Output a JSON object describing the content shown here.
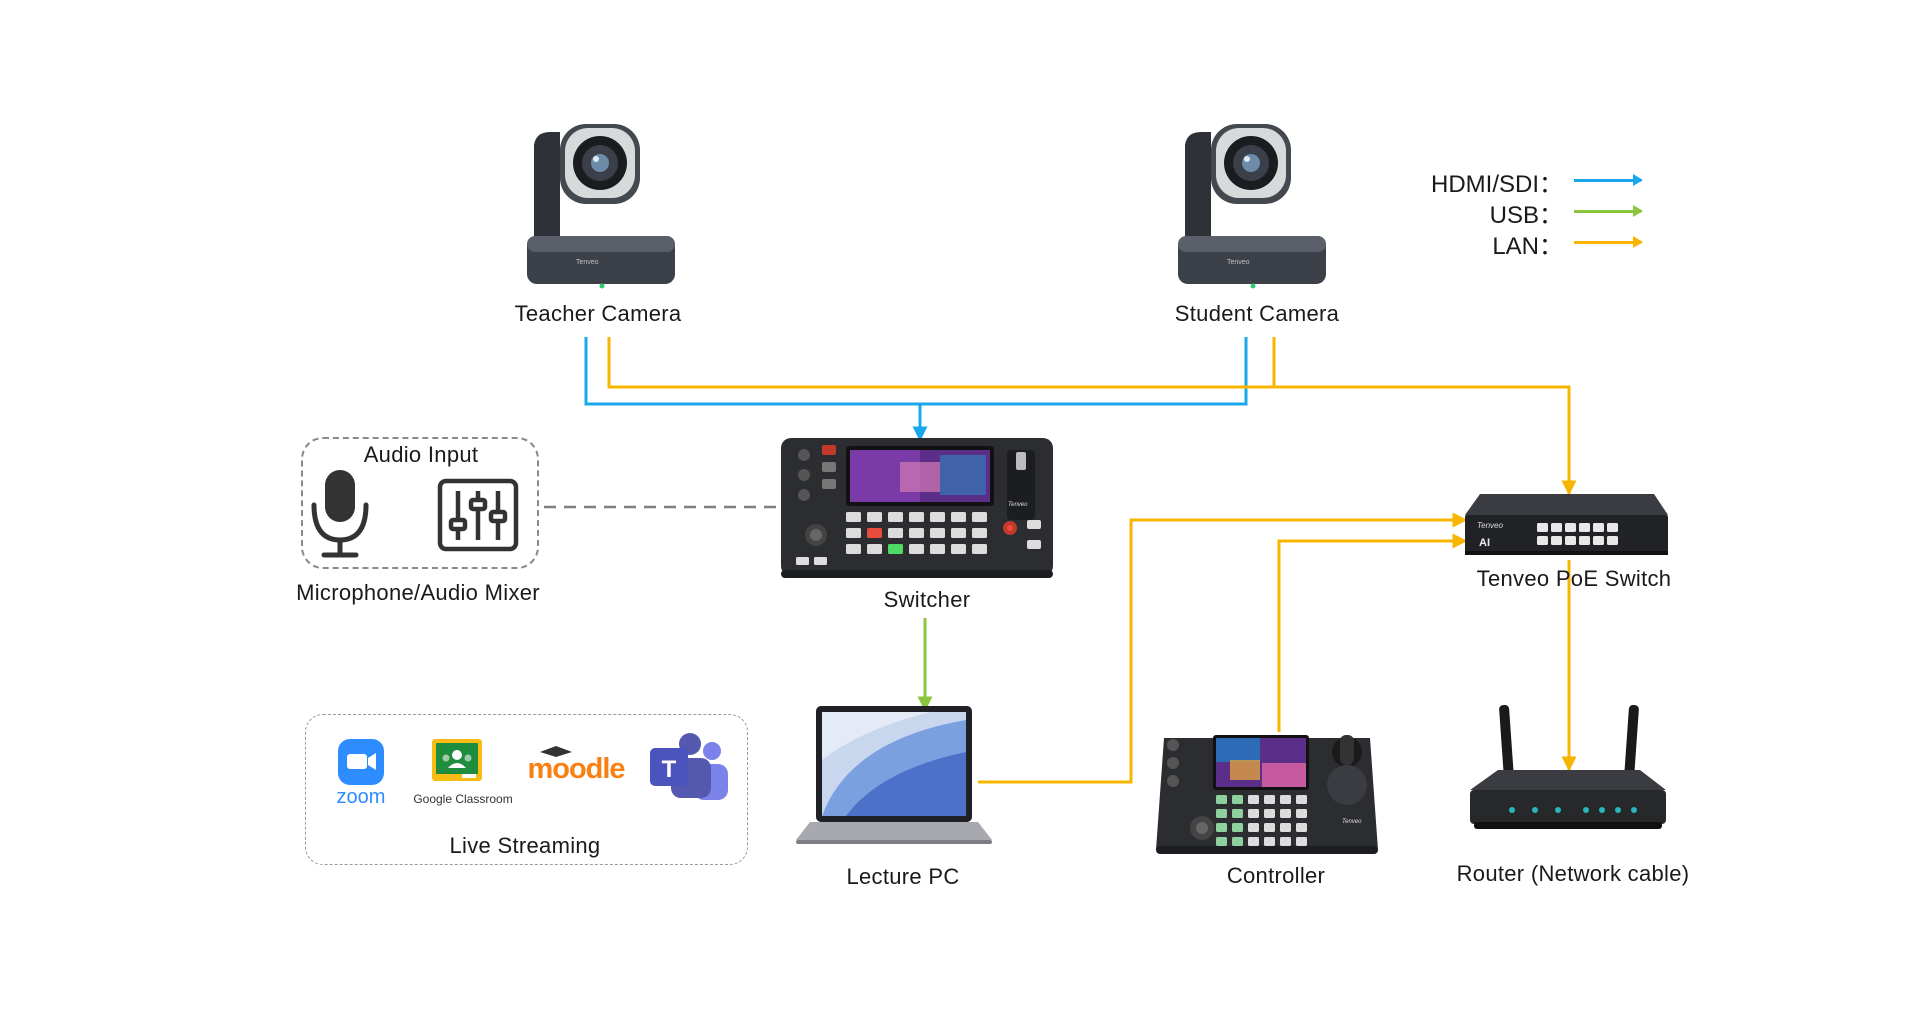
{
  "legend": {
    "hdmi": {
      "label": "HDMI/SDI：",
      "color": "#1aa7ec"
    },
    "usb": {
      "label": "USB：",
      "color": "#8cc63e"
    },
    "lan": {
      "label": "LAN：",
      "color": "#f7b500"
    }
  },
  "devices": {
    "teacher_camera": "Teacher Camera",
    "student_camera": "Student Camera",
    "switcher": "Switcher",
    "poe_switch": "Tenveo PoE Switch",
    "lecture_pc": "Lecture PC",
    "controller": "Controller",
    "router": "Router (Network cable)",
    "audio_title": "Audio Input",
    "audio_label": "Microphone/Audio Mixer",
    "streaming_label": "Live Streaming"
  },
  "brand": {
    "tenveo": "Tenveo",
    "ai": "AI"
  },
  "platforms": {
    "zoom": "zoom",
    "classroom": "Google Classroom",
    "moodle": "moodle",
    "teams": "T"
  },
  "colors": {
    "zoom": "#2d8cff",
    "classroom_green": "#1e8e3e",
    "classroom_yellow": "#f9bc15",
    "moodle": "#f98012",
    "teams": "#5558af"
  }
}
